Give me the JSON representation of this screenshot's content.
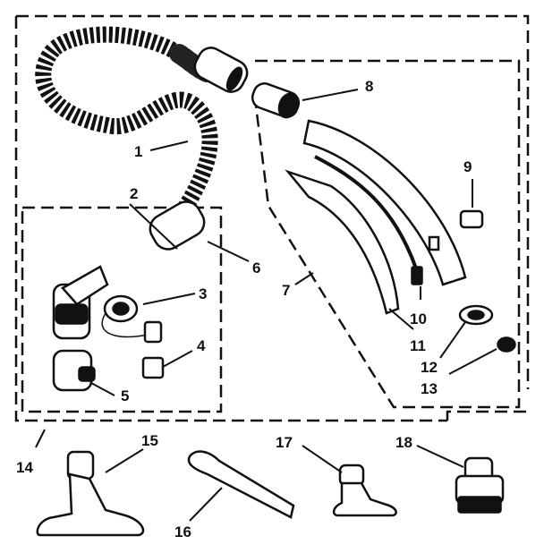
{
  "diagram": {
    "callouts": [
      {
        "id": "1",
        "text": "1"
      },
      {
        "id": "2",
        "text": "2"
      },
      {
        "id": "3",
        "text": "3"
      },
      {
        "id": "4",
        "text": "4"
      },
      {
        "id": "5",
        "text": "5"
      },
      {
        "id": "6",
        "text": "6"
      },
      {
        "id": "7",
        "text": "7"
      },
      {
        "id": "8",
        "text": "8"
      },
      {
        "id": "9",
        "text": "9"
      },
      {
        "id": "10",
        "text": "10"
      },
      {
        "id": "11",
        "text": "11"
      },
      {
        "id": "12",
        "text": "12"
      },
      {
        "id": "13",
        "text": "13"
      },
      {
        "id": "14",
        "text": "14"
      },
      {
        "id": "15",
        "text": "15"
      },
      {
        "id": "16",
        "text": "16"
      },
      {
        "id": "17",
        "text": "17"
      },
      {
        "id": "18",
        "text": "18"
      }
    ],
    "colors": {
      "ink": "#111111",
      "paper": "#ffffff"
    }
  }
}
